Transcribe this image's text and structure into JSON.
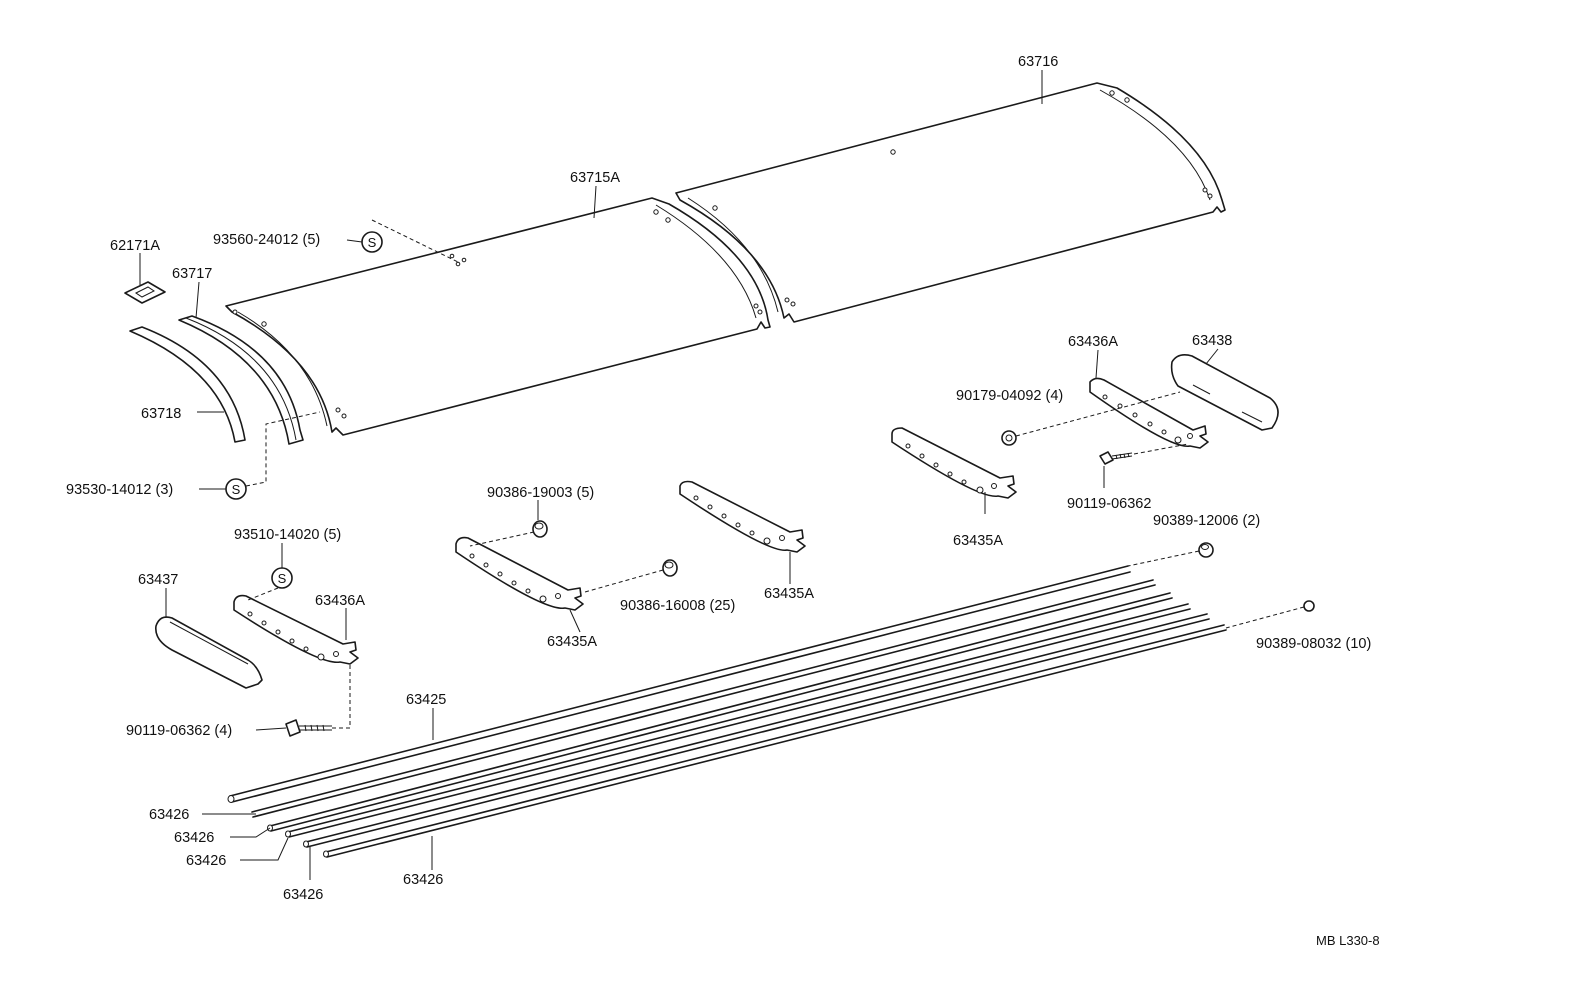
{
  "labels": {
    "p63716": "63716",
    "p63715a": "63715A",
    "p62171a": "62171A",
    "p93560": "93560-24012 (5)",
    "p63717": "63717",
    "p63718": "63718",
    "p93530": "93530-14012 (3)",
    "p63436a_r": "63436A",
    "p63438": "63438",
    "p90179": "90179-04092 (4)",
    "p90119_r": "90119-06362",
    "p90386_19003": "90386-19003 (5)",
    "p63435a_r": "63435A",
    "p90389_12006": "90389-12006 (2)",
    "p93510": "93510-14020 (5)",
    "p63437": "63437",
    "p63436a_l": "63436A",
    "p63435a_m": "63435A",
    "p90386_16008": "90386-16008 (25)",
    "p63435a_l": "63435A",
    "p90389_08032": "90389-08032 (10)",
    "p90119_l": "90119-06362 (4)",
    "p63425": "63425",
    "p63426_1": "63426",
    "p63426_2": "63426",
    "p63426_3": "63426",
    "p63426_4": "63426",
    "p63426_5": "63426",
    "code": "MB L330-8"
  },
  "symbols": {
    "s": "S"
  }
}
